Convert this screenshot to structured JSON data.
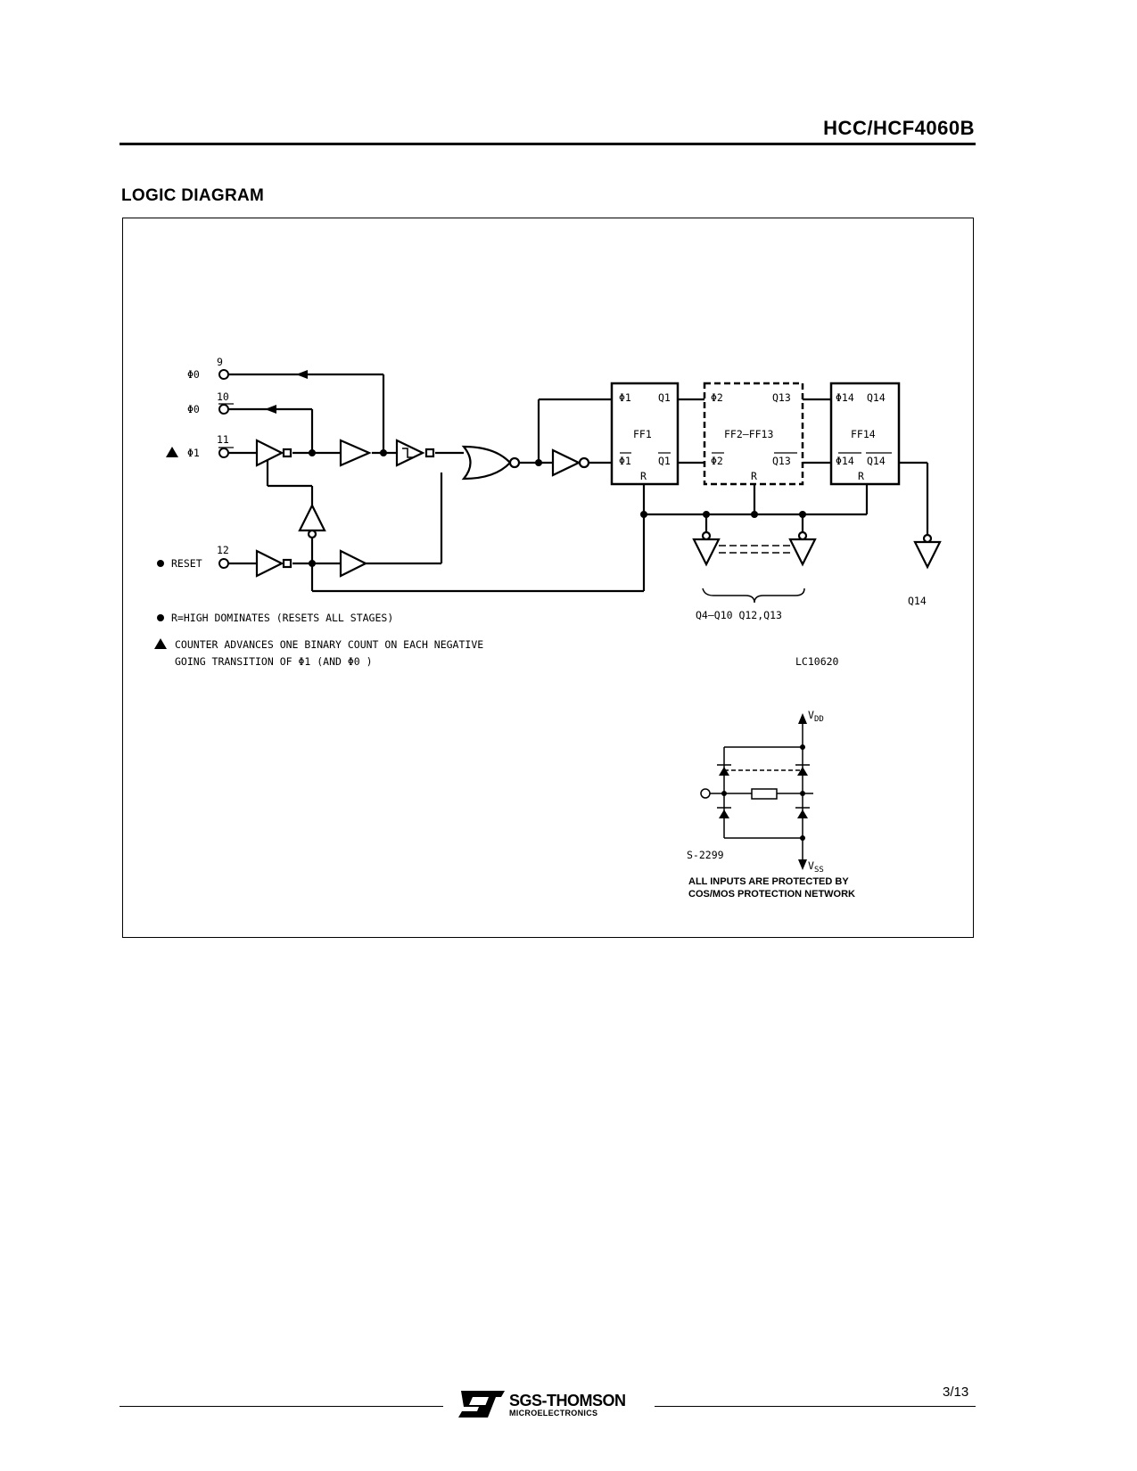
{
  "header": {
    "part_number": "HCC/HCF4060B"
  },
  "section_title": "LOGIC DIAGRAM",
  "diagram": {
    "pins": [
      {
        "number": "9",
        "label": "Φ0"
      },
      {
        "number": "10",
        "label": "Φ0"
      },
      {
        "number": "11",
        "label": "Φ1"
      },
      {
        "number": "12",
        "label": "RESET"
      }
    ],
    "flipflops": [
      {
        "name": "FF1",
        "top_left": "Φ1",
        "top_right": "Q1",
        "bottom_left": "Φ1",
        "bottom_right": "Q1",
        "reset": "R"
      },
      {
        "name": "FF2–FF13",
        "top_left": "Φ2",
        "top_right": "Q13",
        "bottom_left": "Φ2",
        "bottom_right": "Q13",
        "reset": "R"
      },
      {
        "name": "FF14",
        "top_left": "Φ14",
        "top_right": "Q14",
        "bottom_left": "Φ14",
        "bottom_right": "Q14",
        "reset": "R"
      }
    ],
    "outputs_label": "Q4–Q10  Q12,Q13",
    "output_q14": "Q14",
    "notes": [
      "R=HIGH DOMINATES (RESETS ALL STAGES)",
      "COUNTER ADVANCES ONE BINARY COUNT ON EACH NEGATIVE",
      "GOING TRANSITION OF  Φ1   (AND Φ0 )"
    ],
    "drawing_code": "LC10620",
    "protection": {
      "vdd": "V",
      "vdd_sub": "DD",
      "vss": "V",
      "vss_sub": "SS",
      "code": "S-2299",
      "note_line1": "ALL INPUTS ARE PROTECTED BY",
      "note_line2": "COS/MOS PROTECTION NETWORK"
    }
  },
  "footer": {
    "brand": "SGS-THOMSON",
    "brand_sub": "MICROELECTRONICS",
    "page": "3/13"
  }
}
